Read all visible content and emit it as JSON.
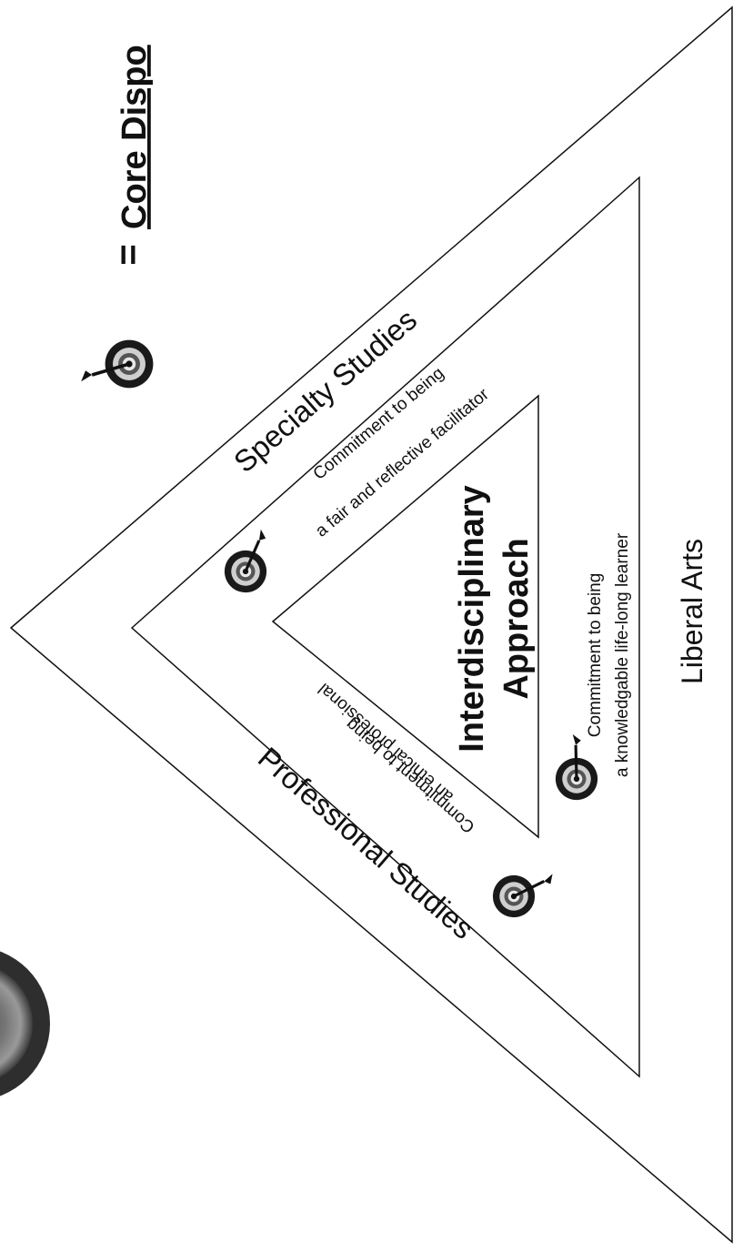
{
  "legend": {
    "equals": "=",
    "core_heading": "Core Dispo"
  },
  "sections": {
    "specialty": "Specialty Studies",
    "professional": "Professional Studies",
    "liberal": "Liberal Arts"
  },
  "inner": {
    "line1": "Interdisciplinary",
    "line2": "Approach"
  },
  "commitments": {
    "fair": {
      "line1": "Commitment to being",
      "line2": "a fair and reflective facilitator"
    },
    "ethical": {
      "line1": "Commitment to being",
      "line2": "an ethical professional"
    },
    "learner": {
      "line1": "Commitment to being",
      "line2": "a knowledgable life-long learner"
    }
  },
  "colors": {
    "ink": "#111111",
    "background": "#ffffff",
    "target": "#1a1a1a"
  }
}
